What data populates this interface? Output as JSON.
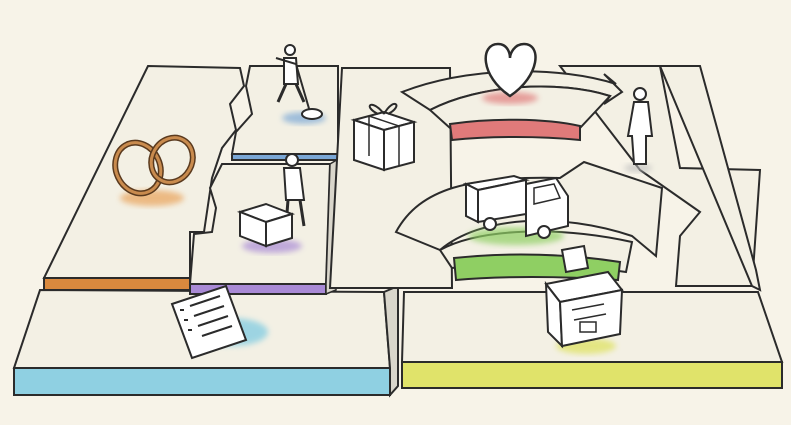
{
  "illustration": {
    "blocks": [
      "key-partners",
      "key-activities",
      "key-resources",
      "value-propositions",
      "customer-relationships",
      "channels",
      "customer-segments",
      "cost-structure",
      "revenue-streams"
    ],
    "icons": [
      "interlocked-rings-icon",
      "worker-with-shovel-icon",
      "worker-with-boxes-icon",
      "gift-box-icon",
      "heart-icon",
      "delivery-truck-icon",
      "customer-person-icon",
      "invoice-document-icon",
      "cash-register-icon"
    ],
    "colors": {
      "background": "#f7f3e8",
      "outline": "#2b2b2b",
      "partners": "#d9893e",
      "activities": "#7aa7d6",
      "resources": "#a98ad6",
      "relationships": "#e07a7a",
      "channels": "#8fcf63",
      "cost": "#8fd0e2",
      "revenue": "#e0e36a"
    }
  }
}
